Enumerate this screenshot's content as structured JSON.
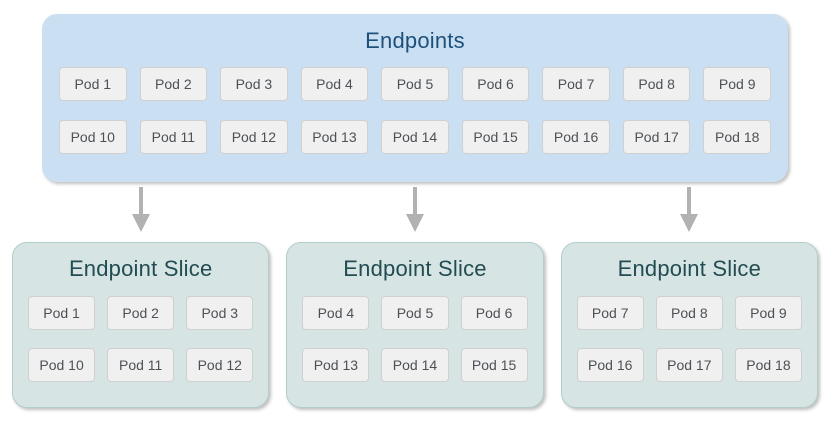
{
  "diagram": {
    "endpoints": {
      "title": "Endpoints",
      "pods": [
        "Pod 1",
        "Pod 2",
        "Pod 3",
        "Pod 4",
        "Pod 5",
        "Pod 6",
        "Pod 7",
        "Pod 8",
        "Pod 9",
        "Pod 10",
        "Pod 11",
        "Pod 12",
        "Pod 13",
        "Pod 14",
        "Pod 15",
        "Pod 16",
        "Pod 17",
        "Pod 18"
      ]
    },
    "slices": [
      {
        "title": "Endpoint Slice",
        "pods": [
          "Pod 1",
          "Pod 2",
          "Pod 3",
          "Pod 10",
          "Pod 11",
          "Pod 12"
        ]
      },
      {
        "title": "Endpoint Slice",
        "pods": [
          "Pod 4",
          "Pod 5",
          "Pod 6",
          "Pod 13",
          "Pod 14",
          "Pod 15"
        ]
      },
      {
        "title": "Endpoint Slice",
        "pods": [
          "Pod 7",
          "Pod 8",
          "Pod 9",
          "Pod 16",
          "Pod 17",
          "Pod 18"
        ]
      }
    ],
    "arrow_count": 3
  },
  "colors": {
    "endpoints_bg": "#cbdff2",
    "endpoints_title": "#1d517c",
    "slice_bg": "#d6e5e3",
    "slice_border": "#b3cdca",
    "slice_title": "#224c52",
    "pod_bg": "#f0f0f0",
    "pod_border": "#d0d0d0",
    "pod_text": "#4d5156",
    "arrow": "#b2b2b2",
    "canvas_bg": "#ffffff"
  }
}
